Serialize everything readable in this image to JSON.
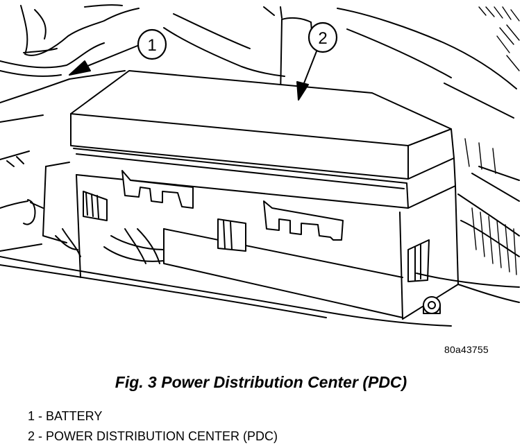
{
  "callouts": [
    {
      "number": "1",
      "name": "callout-1"
    },
    {
      "number": "2",
      "name": "callout-2"
    }
  ],
  "figure_ref_code": "80a43755",
  "caption": "Fig. 3 Power Distribution Center (PDC)",
  "legend": [
    {
      "text": "1 - BATTERY"
    },
    {
      "text": "2 - POWER DISTRIBUTION CENTER (PDC)"
    }
  ]
}
